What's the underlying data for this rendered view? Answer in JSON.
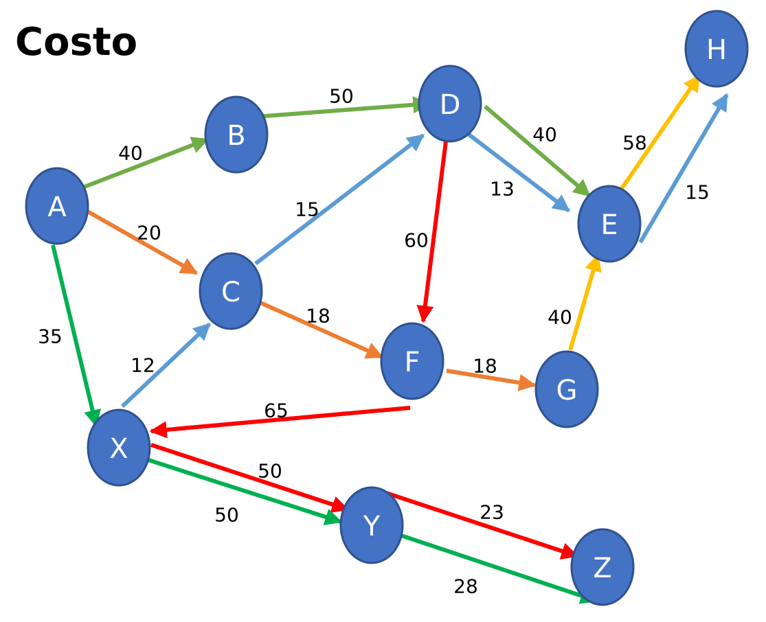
{
  "title": "Costo",
  "colors": {
    "node_fill": "#4472c4",
    "node_stroke": "#2f528f",
    "node_text": "#ffffff",
    "green_light": "#70ad47",
    "green": "#00b050",
    "orange": "#ed7d31",
    "blue": "#5b9bd5",
    "red": "#ff0000",
    "yellow": "#ffc000"
  },
  "nodes": [
    {
      "id": "A",
      "label": "A"
    },
    {
      "id": "B",
      "label": "B"
    },
    {
      "id": "C",
      "label": "C"
    },
    {
      "id": "D",
      "label": "D"
    },
    {
      "id": "E",
      "label": "E"
    },
    {
      "id": "F",
      "label": "F"
    },
    {
      "id": "G",
      "label": "G"
    },
    {
      "id": "H",
      "label": "H"
    },
    {
      "id": "X",
      "label": "X"
    },
    {
      "id": "Y",
      "label": "Y"
    },
    {
      "id": "Z",
      "label": "Z"
    }
  ],
  "edges": [
    {
      "from": "A",
      "to": "B",
      "cost": "40",
      "color": "green_light"
    },
    {
      "from": "B",
      "to": "D",
      "cost": "50",
      "color": "green_light"
    },
    {
      "from": "D",
      "to": "E",
      "cost": "40",
      "color": "green_light"
    },
    {
      "from": "A",
      "to": "C",
      "cost": "20",
      "color": "orange"
    },
    {
      "from": "C",
      "to": "F",
      "cost": "18",
      "color": "orange"
    },
    {
      "from": "F",
      "to": "G",
      "cost": "18",
      "color": "orange"
    },
    {
      "from": "C",
      "to": "D",
      "cost": "15",
      "color": "blue"
    },
    {
      "from": "X",
      "to": "C",
      "cost": "12",
      "color": "blue"
    },
    {
      "from": "D",
      "to": "E",
      "cost": "13",
      "color": "blue"
    },
    {
      "from": "E",
      "to": "H",
      "cost": "15",
      "color": "blue"
    },
    {
      "from": "D",
      "to": "F",
      "cost": "60",
      "color": "red"
    },
    {
      "from": "F",
      "to": "X",
      "cost": "65",
      "color": "red"
    },
    {
      "from": "X",
      "to": "Y",
      "cost": "50",
      "color": "red"
    },
    {
      "from": "Y",
      "to": "Z",
      "cost": "23",
      "color": "red"
    },
    {
      "from": "A",
      "to": "X",
      "cost": "35",
      "color": "green"
    },
    {
      "from": "X",
      "to": "Y",
      "cost": "50",
      "color": "green"
    },
    {
      "from": "Y",
      "to": "Z",
      "cost": "28",
      "color": "green"
    },
    {
      "from": "G",
      "to": "E",
      "cost": "40",
      "color": "yellow"
    },
    {
      "from": "E",
      "to": "H",
      "cost": "58",
      "color": "yellow"
    }
  ]
}
